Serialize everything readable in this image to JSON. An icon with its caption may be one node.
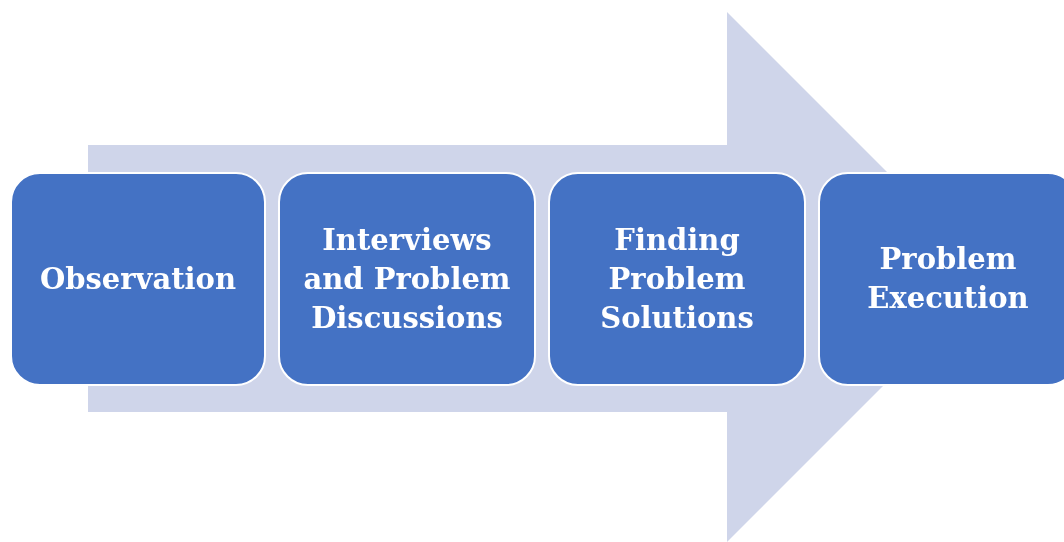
{
  "diagram": {
    "nodes": [
      {
        "text": [
          "Observation"
        ]
      },
      {
        "text": [
          "Interviews and Problem Discussions"
        ]
      },
      {
        "text": [
          "Finding Problem Solutions"
        ]
      },
      {
        "text": [
          "Problem Execution"
        ]
      }
    ],
    "edges": [
      {
        "from": 0,
        "to": 3,
        "arrow": "to"
      }
    ]
  }
}
